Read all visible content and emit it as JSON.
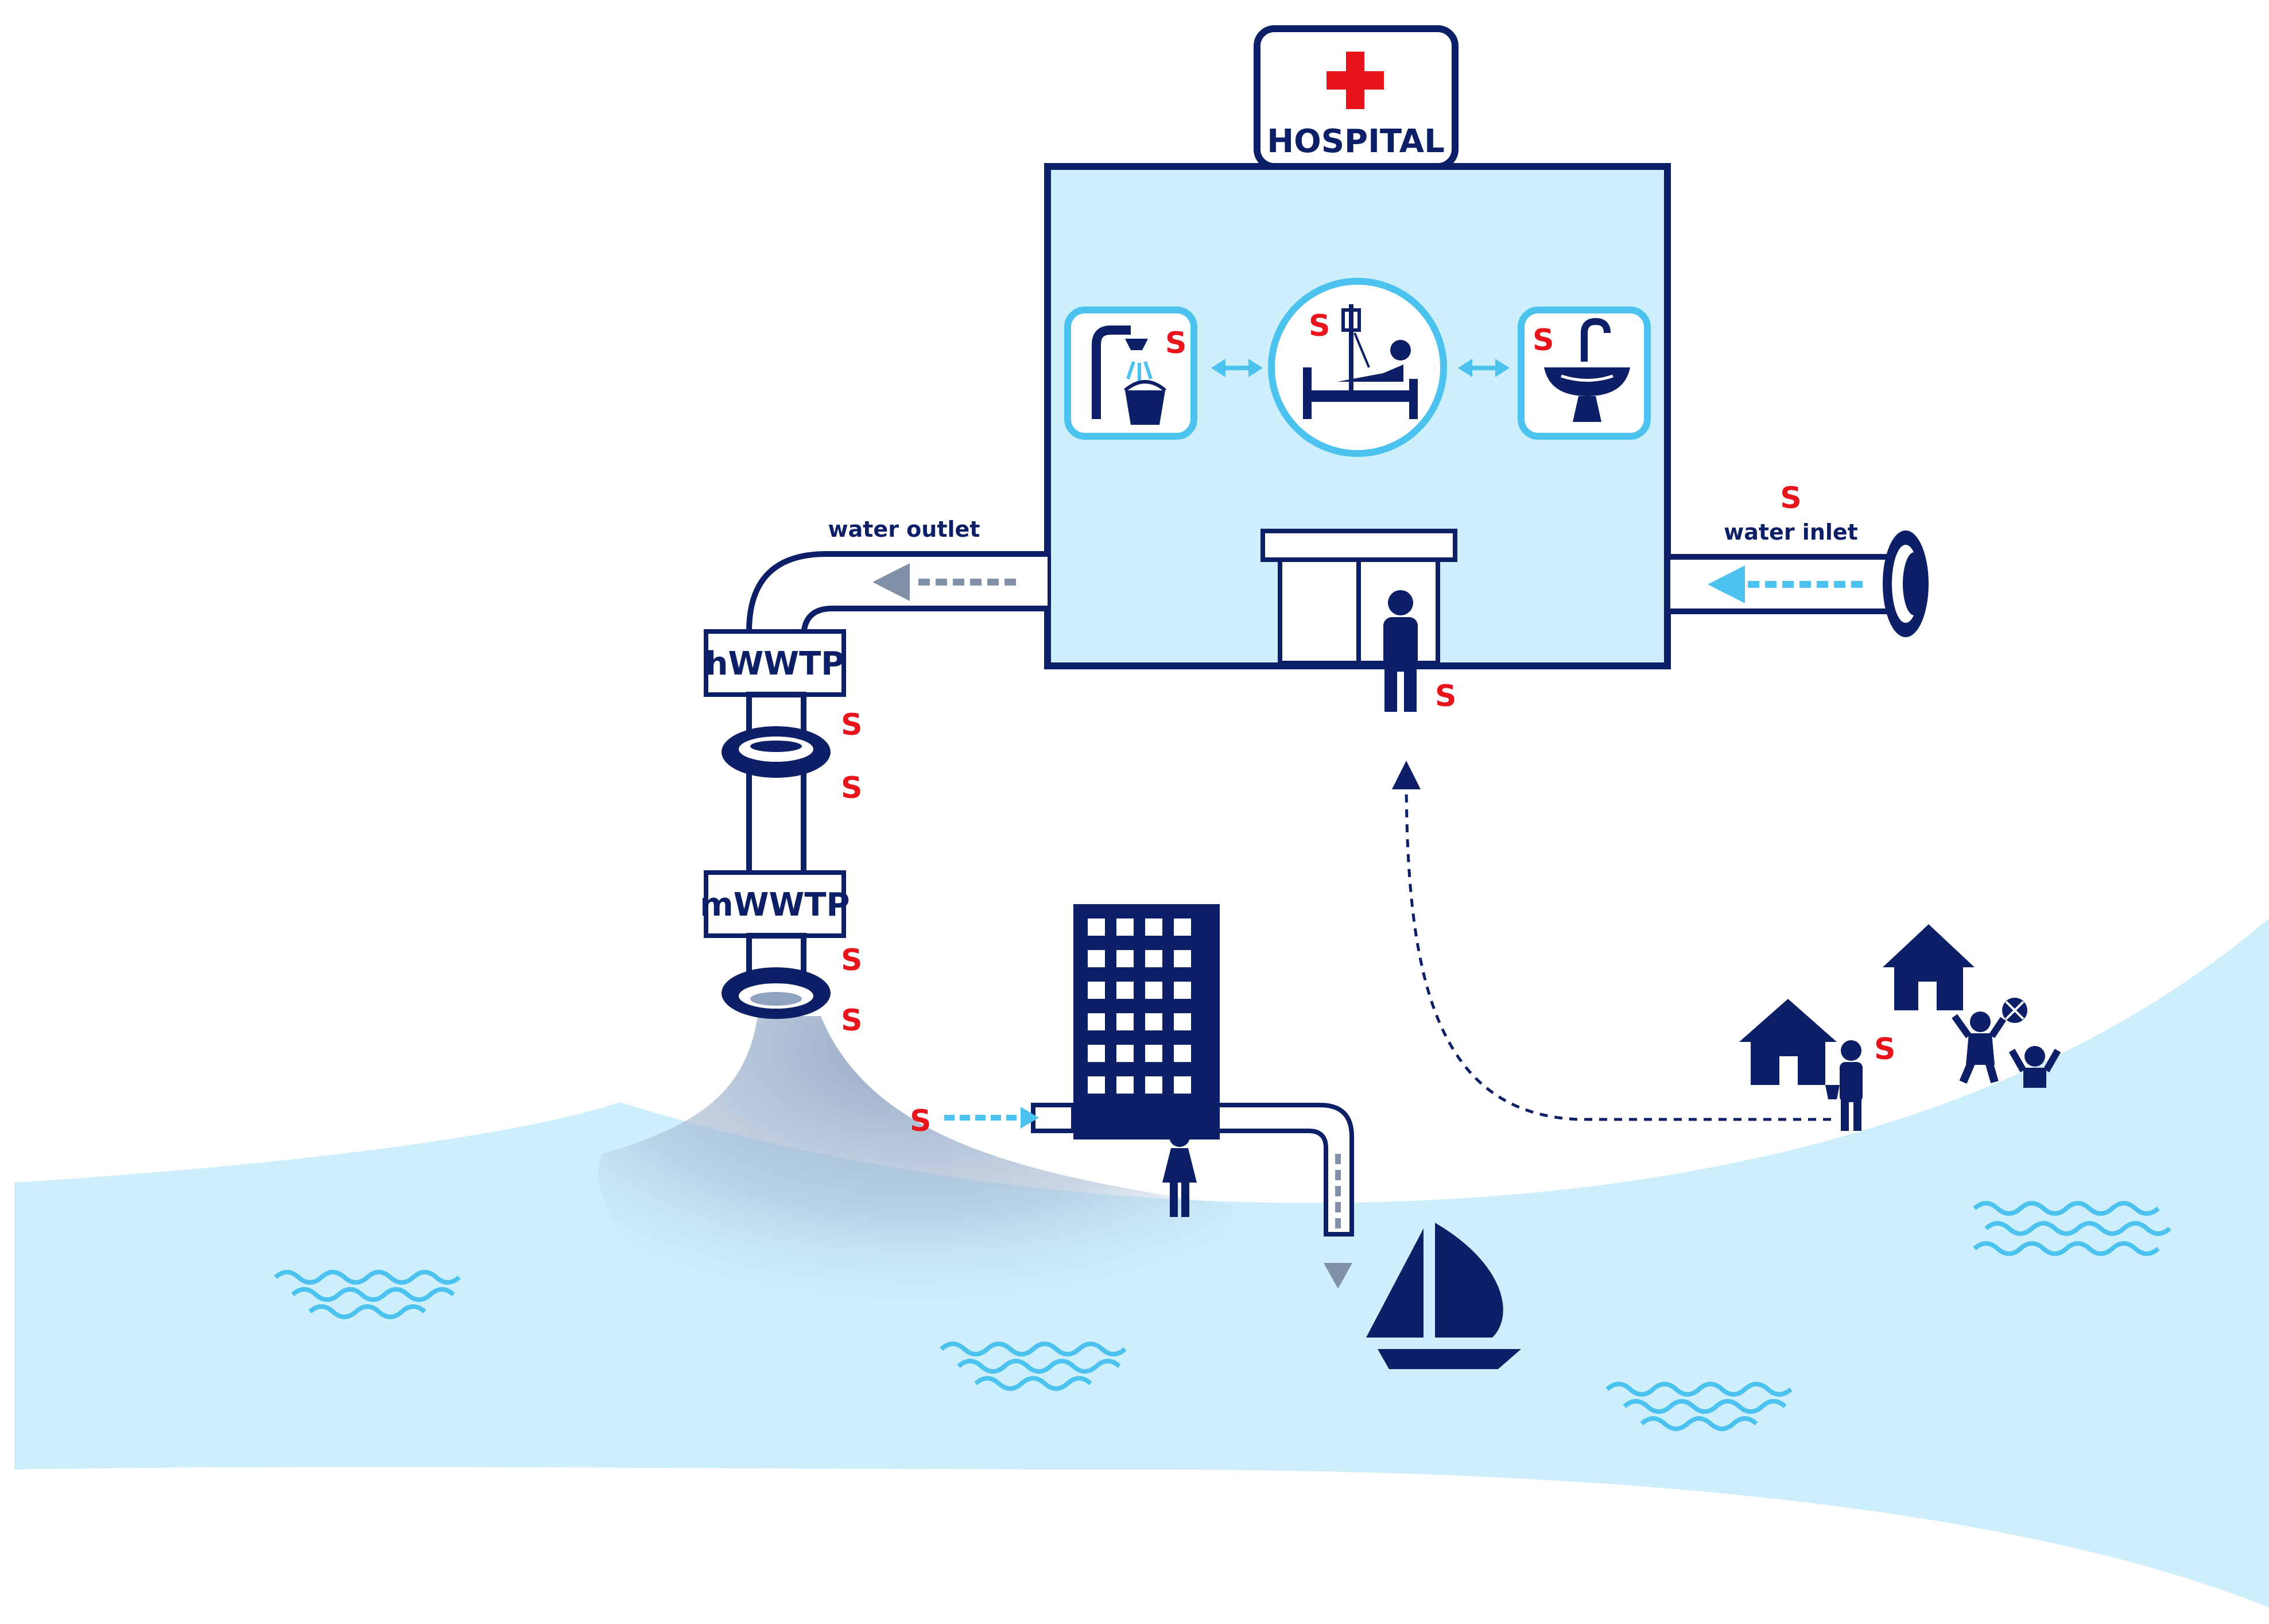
{
  "hospital": {
    "sign_text": "HOSPITAL"
  },
  "labels": {
    "water_outlet": "water outlet",
    "water_inlet": "water inlet",
    "hwwtp": "hWWTP",
    "mwwtp": "mWWTP"
  },
  "sample_marker": "S",
  "colors": {
    "navy": "#0d1f66",
    "water": "#cdeefb",
    "light_blue_arrow": "#4cc3ef",
    "red": "#e8141c",
    "plume": "#8fa3c0"
  }
}
